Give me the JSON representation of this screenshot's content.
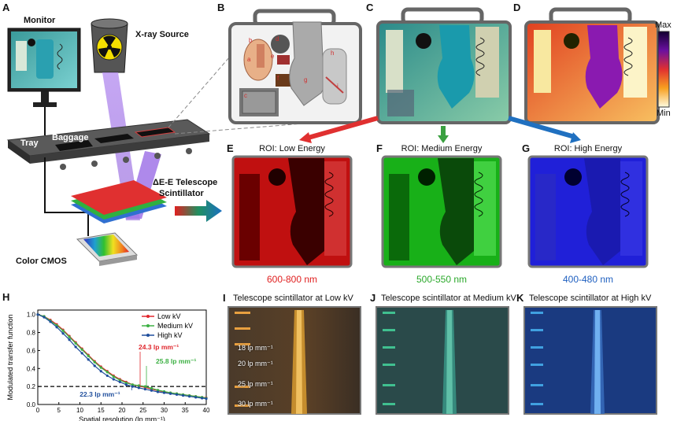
{
  "panels": {
    "A": {
      "letter": "A",
      "monitor": "Monitor",
      "xray": "X-ray Source",
      "tray": "Tray",
      "baggage": "Baggage",
      "scint_line1": "ΔE-E Telescope",
      "scint_line2": "Scintillator",
      "cmos": "Color CMOS"
    },
    "B": {
      "letter": "B",
      "item_labels": [
        "a",
        "b",
        "c",
        "d",
        "e",
        "f",
        "g",
        "h",
        "i"
      ]
    },
    "C": {
      "letter": "C"
    },
    "D": {
      "letter": "D",
      "max": "Max",
      "min": "Min"
    },
    "E": {
      "letter": "E",
      "title": "ROI: Low Energy",
      "range": "600-800 nm",
      "color": "#e02020"
    },
    "F": {
      "letter": "F",
      "title": "ROI: Medium Energy",
      "range": "500-550 nm",
      "color": "#2aa82a"
    },
    "G": {
      "letter": "G",
      "title": "ROI: High Energy",
      "range": "400-480 nm",
      "color": "#2060c0"
    },
    "H": {
      "letter": "H"
    },
    "I": {
      "letter": "I",
      "title": "Telescope scintillator at Low kV",
      "lp": [
        "18 lp mm⁻¹",
        "20 lp mm⁻¹",
        "25 lp mm⁻¹",
        "30 lp mm⁻¹"
      ]
    },
    "J": {
      "letter": "J",
      "title": "Telescope scintillator at Medium kV"
    },
    "K": {
      "letter": "K",
      "title": "Telescope scintillator at High kV"
    }
  },
  "chart_data": {
    "type": "line",
    "xlabel": "Spatial resolution (lp mm⁻¹)",
    "ylabel": "Modulated transfer function",
    "xlim": [
      0,
      40
    ],
    "ylim": [
      0,
      1.05
    ],
    "xticks": [
      0,
      5,
      10,
      15,
      20,
      25,
      30,
      35,
      40
    ],
    "yticks": [
      0.0,
      0.2,
      0.4,
      0.6,
      0.8,
      1.0
    ],
    "threshold": 0.2,
    "legend_position": "top-right",
    "x": [
      0,
      1.5,
      3,
      4.5,
      6,
      7.5,
      9,
      10.5,
      12,
      13.5,
      15,
      16.5,
      18,
      19.5,
      21,
      22.5,
      24,
      25.5,
      27,
      28.5,
      30,
      31.5,
      33,
      34.5,
      36,
      37.5,
      39,
      40
    ],
    "series": [
      {
        "name": "Low kV",
        "color": "#e0262c",
        "values": [
          1.0,
          0.98,
          0.94,
          0.89,
          0.83,
          0.76,
          0.69,
          0.62,
          0.55,
          0.48,
          0.42,
          0.37,
          0.32,
          0.28,
          0.25,
          0.22,
          0.205,
          0.19,
          0.17,
          0.155,
          0.14,
          0.13,
          0.12,
          0.11,
          0.1,
          0.09,
          0.08,
          0.075
        ]
      },
      {
        "name": "Medium kV",
        "color": "#3cb043",
        "values": [
          1.0,
          0.98,
          0.93,
          0.88,
          0.82,
          0.75,
          0.68,
          0.61,
          0.54,
          0.47,
          0.41,
          0.36,
          0.31,
          0.27,
          0.24,
          0.22,
          0.21,
          0.2,
          0.18,
          0.16,
          0.145,
          0.13,
          0.12,
          0.11,
          0.1,
          0.09,
          0.08,
          0.07
        ]
      },
      {
        "name": "High kV",
        "color": "#1f4e9c",
        "values": [
          1.0,
          0.97,
          0.92,
          0.86,
          0.79,
          0.72,
          0.64,
          0.57,
          0.5,
          0.43,
          0.37,
          0.32,
          0.28,
          0.25,
          0.22,
          0.2,
          0.185,
          0.17,
          0.155,
          0.14,
          0.13,
          0.12,
          0.11,
          0.1,
          0.09,
          0.08,
          0.07,
          0.065
        ]
      }
    ],
    "annotations": [
      {
        "text": "24.3 lp mm⁻¹",
        "x": 24.3,
        "color": "#e0262c"
      },
      {
        "text": "25.8 lp mm⁻¹",
        "x": 25.8,
        "color": "#3cb043"
      },
      {
        "text": "22.3 lp mm⁻¹",
        "x": 22.3,
        "color": "#1f4e9c"
      }
    ]
  }
}
